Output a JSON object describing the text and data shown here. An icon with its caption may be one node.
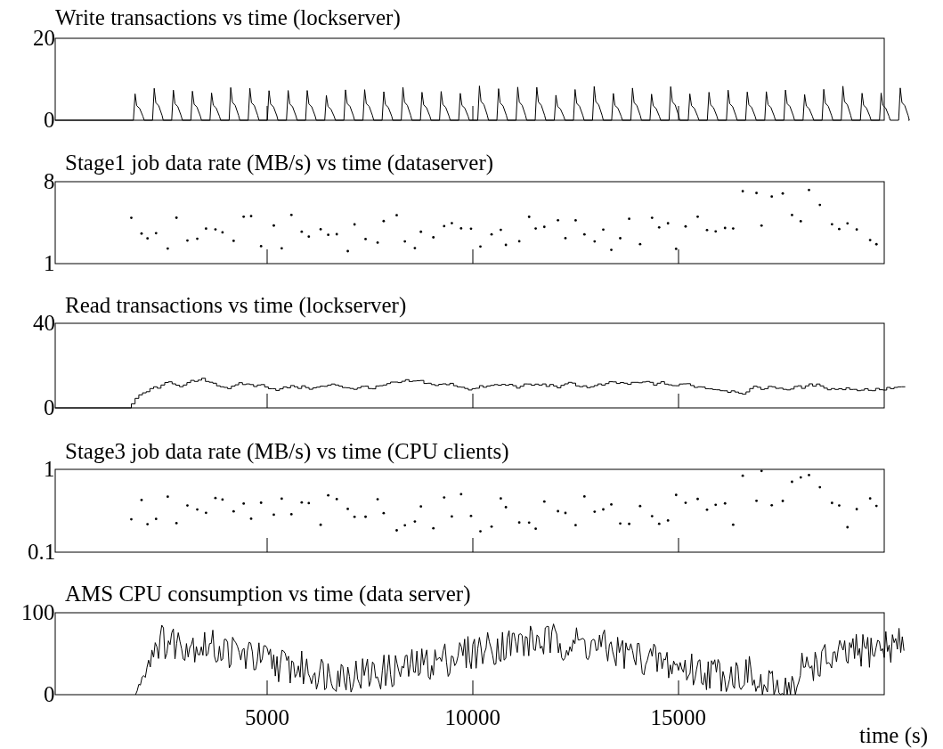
{
  "diagram": {
    "labels": [
      "Write transactions vs time (lockserver)",
      "20",
      "0",
      "Stage1 job data rate (MB/s) vs time (dataserver)",
      "8",
      "1",
      "Read transactions vs time (lockserver)",
      "40",
      "0",
      "Stage3 job data rate (MB/s) vs time (CPU clients)",
      "1",
      "0.1",
      "AMS CPU consumption vs time (data server)",
      "100",
      "0",
      "5000",
      "10000",
      "15000",
      "time (s)"
    ]
  }
}
